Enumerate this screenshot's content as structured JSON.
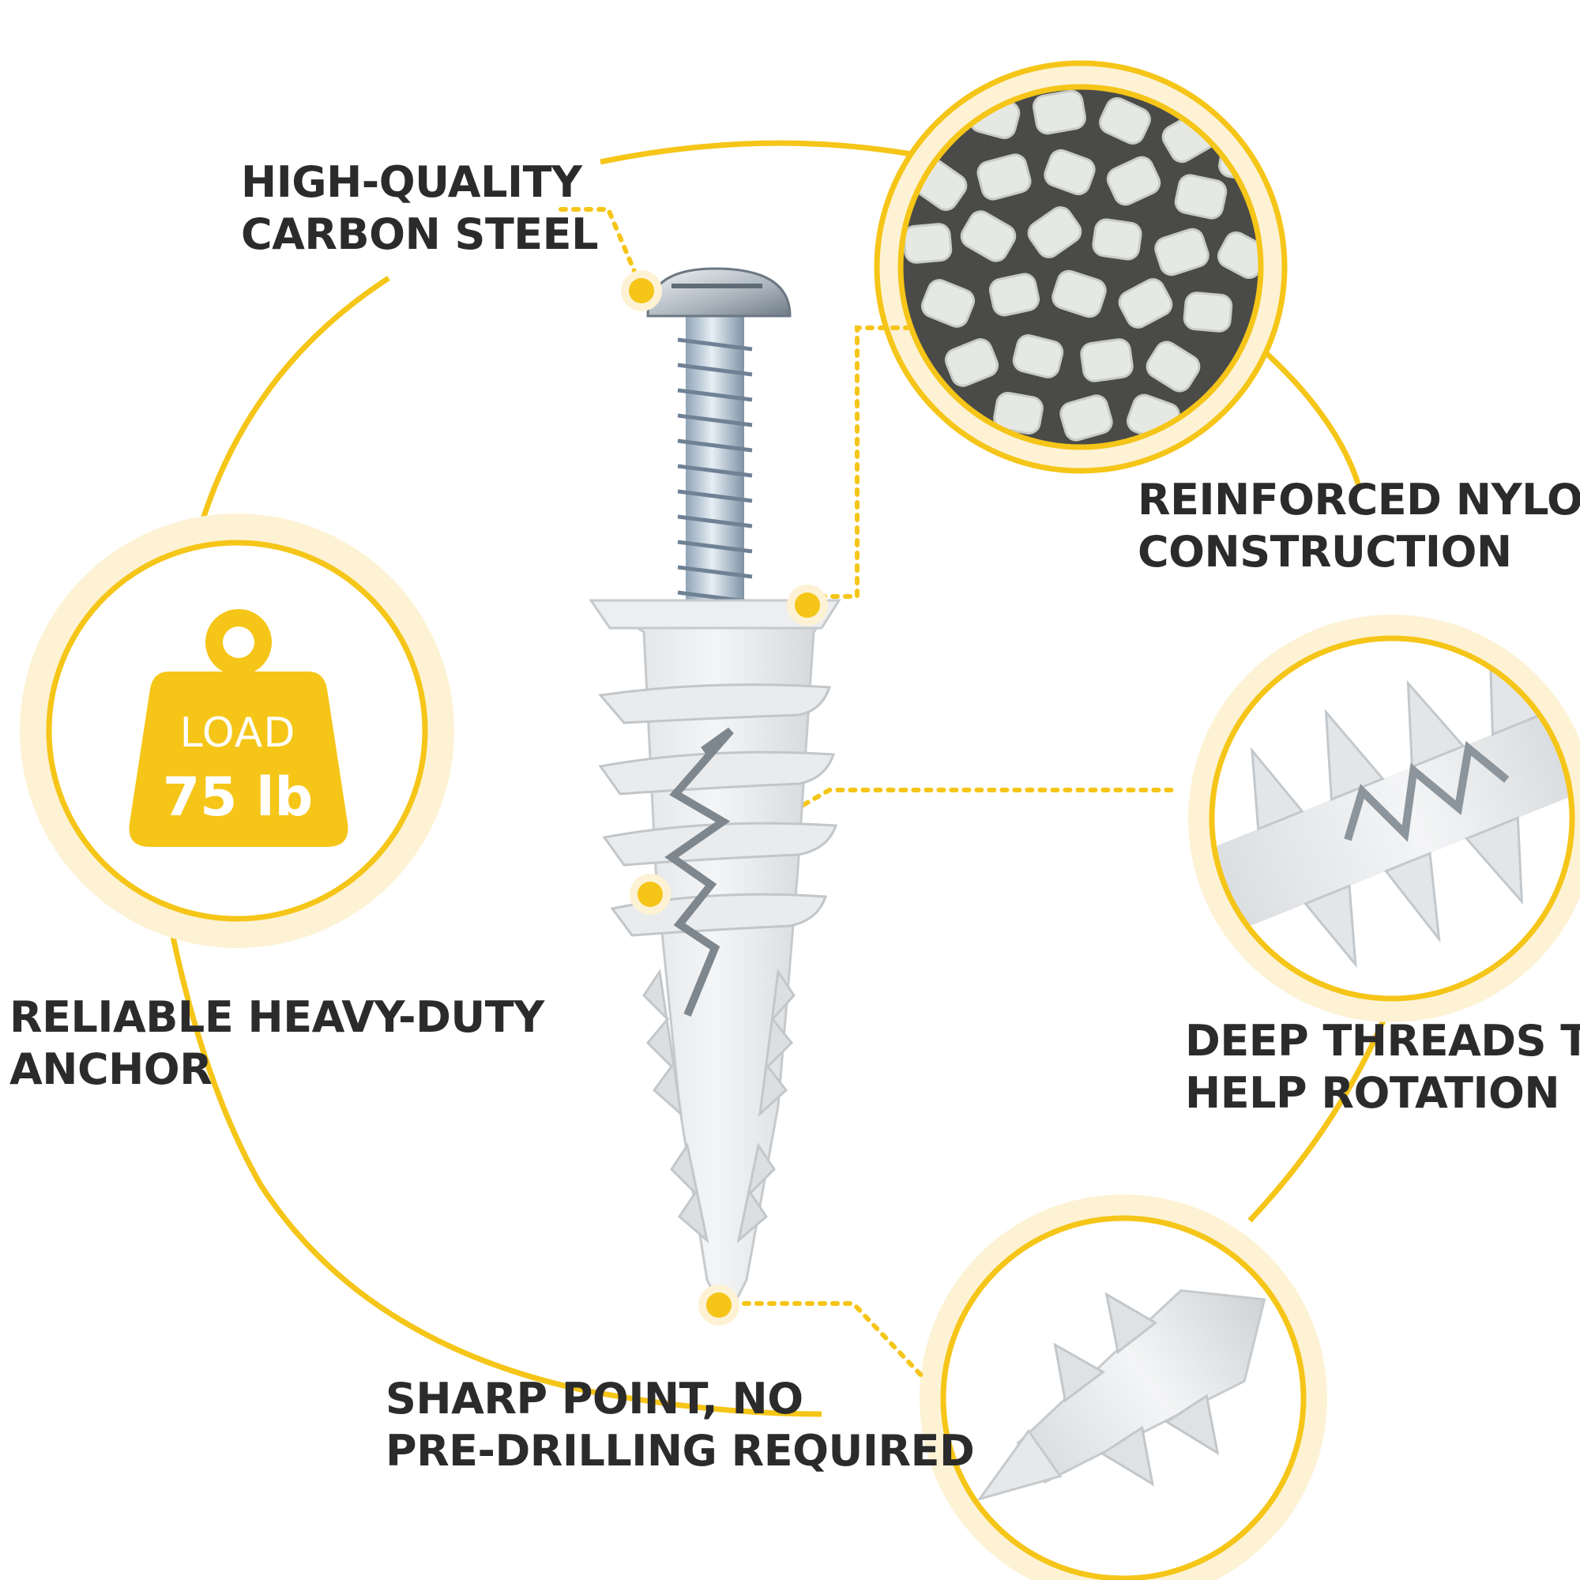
{
  "colors": {
    "accent": "#f5c518",
    "ring_fill": "#fdf2d4",
    "text": "#2b2b2b",
    "nylon": "#e6e8e4",
    "steel": "#b7c4d0"
  },
  "callouts": {
    "carbon_steel": {
      "line1": "HIGH-QUALITY",
      "line2": "CARBON STEEL"
    },
    "nylon": {
      "line1": "REINFORCED NYLON",
      "line2": "CONSTRUCTION"
    },
    "heavy_duty": {
      "line1": "RELIABLE HEAVY-DUTY",
      "line2": "ANCHOR"
    },
    "threads": {
      "line1": "DEEP THREADS TO",
      "line2": "HELP ROTATION"
    },
    "sharp_point": {
      "line1": "SHARP POINT, NO",
      "line2": "PRE-DRILLING REQUIRED"
    }
  },
  "load_badge": {
    "label": "LOAD",
    "value": "75 lb",
    "icon": "weight-icon"
  }
}
